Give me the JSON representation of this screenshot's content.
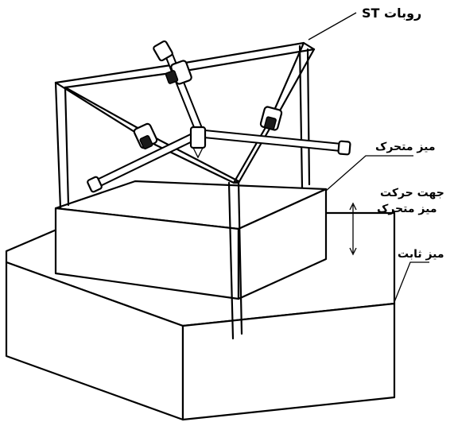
{
  "labels": {
    "robot": "روبات ST",
    "moving_table": "میز متحرک",
    "moving_direction_line1": "جهت حرکت",
    "moving_direction_line2": "میز متحرک",
    "fixed_table": "میز ثابت"
  }
}
